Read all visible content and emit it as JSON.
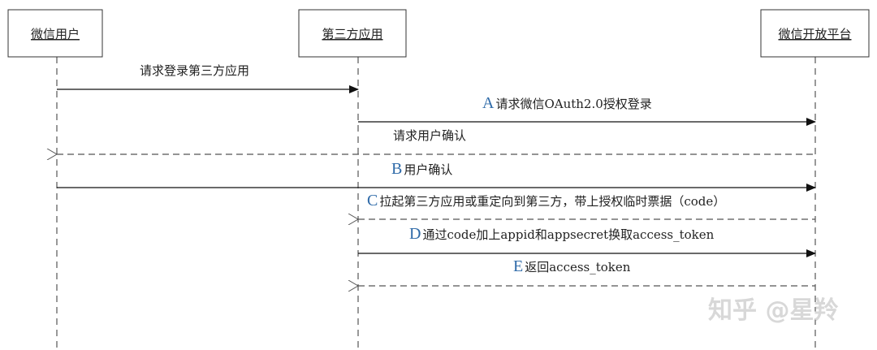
{
  "actors": [
    {
      "name": "微信用户"
    },
    {
      "name": "第三方应用"
    },
    {
      "name": "微信开放平台"
    }
  ],
  "messages": [
    {
      "letter": "",
      "text": "请求登录第三方应用",
      "from": 0,
      "to": 1,
      "style": "solid"
    },
    {
      "letter": "A",
      "text": "请求微信OAuth2.0授权登录",
      "from": 1,
      "to": 2,
      "style": "solid"
    },
    {
      "letter": "",
      "text": "请求用户确认",
      "from": 2,
      "to": 0,
      "style": "dashed"
    },
    {
      "letter": "B",
      "text": "用户确认",
      "from": 0,
      "to": 2,
      "style": "solid"
    },
    {
      "letter": "C",
      "text": "拉起第三方应用或重定向到第三方，带上授权临时票据（code）",
      "from": 2,
      "to": 1,
      "style": "dashed"
    },
    {
      "letter": "D",
      "text": "通过code加上appid和appsecret换取access_token",
      "from": 1,
      "to": 2,
      "style": "solid"
    },
    {
      "letter": "E",
      "text": "返回access_token",
      "from": 2,
      "to": 1,
      "style": "dashed"
    }
  ],
  "watermark": "知乎 @星羚",
  "colors": {
    "letter": "#2e6aa8",
    "line": "#111111"
  }
}
